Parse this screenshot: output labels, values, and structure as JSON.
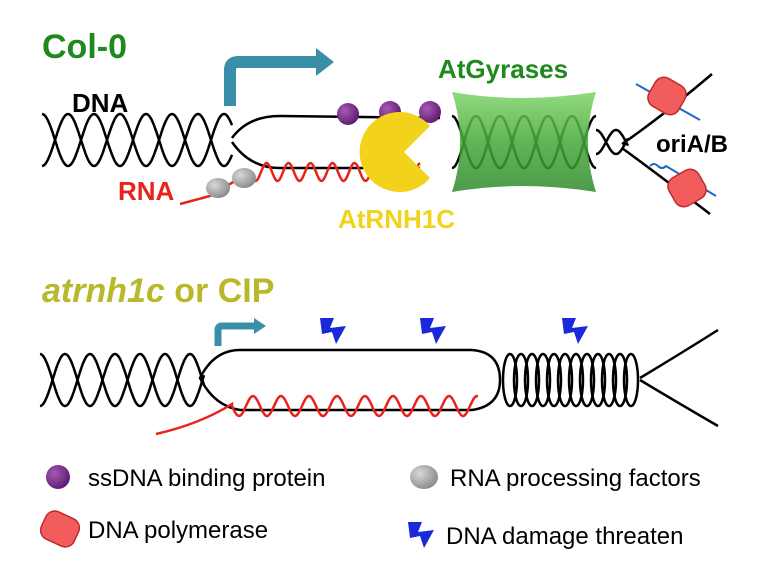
{
  "top_panel": {
    "title": "Col-0",
    "dna_label": "DNA",
    "rna_label": "RNA",
    "enzyme_label": "AtRNH1C",
    "gyrase_label": "AtGyrases",
    "origin_label": "oriA/B"
  },
  "bottom_panel": {
    "title_italic": "atrnh1c",
    "title_rest": " or CIP"
  },
  "legend": {
    "ssdna": "ssDNA binding protein",
    "rna_factors": "RNA processing factors",
    "polymerase": "DNA polymerase",
    "damage": "DNA damage threaten"
  },
  "colors": {
    "title_green": "#1e8a1e",
    "title_yellow": "#b8b82a",
    "rna_red": "#e8231c",
    "enzyme_yellow": "#f2d21a",
    "gyrase_green": "#4caf3a",
    "ssdna_purple": "#7a2a8a",
    "polymerase_red": "#f25c5c",
    "damage_blue": "#1a2ad8",
    "arrow_teal": "#3a8fa8",
    "factor_gray": "#a8a8a8"
  }
}
